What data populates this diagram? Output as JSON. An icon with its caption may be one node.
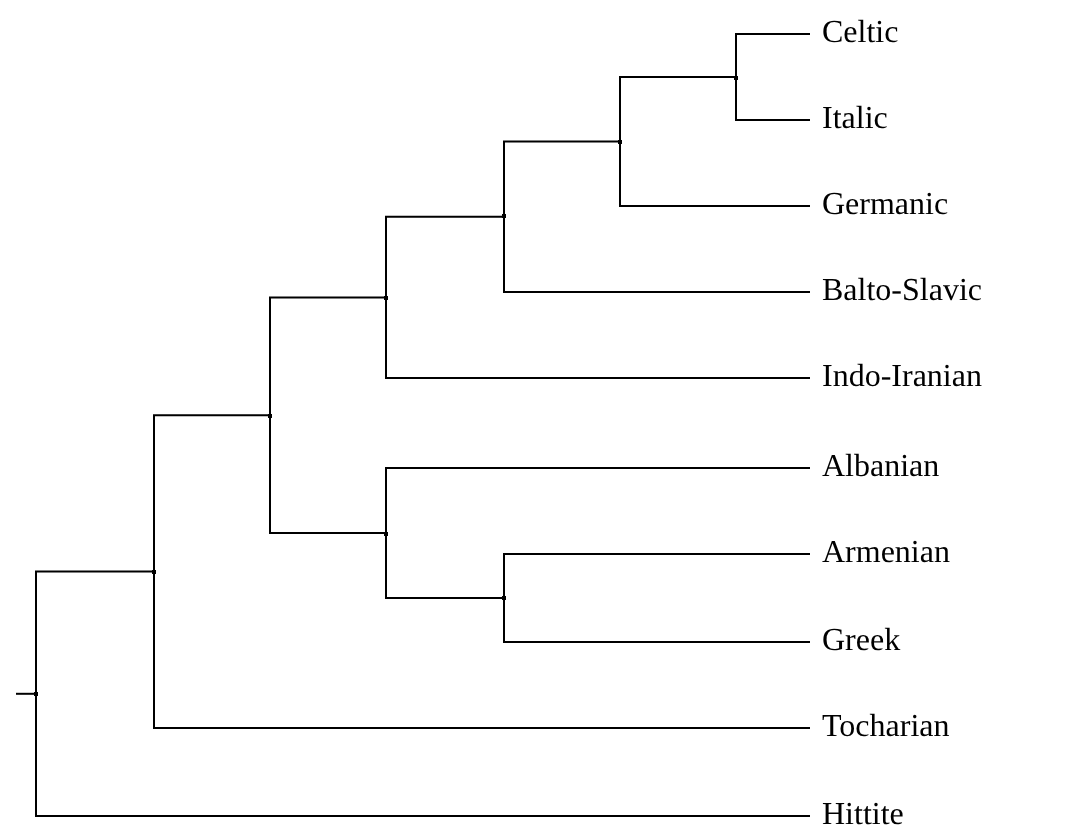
{
  "diagram": {
    "nodes": [
      {
        "text": [
          "Celtic"
        ]
      },
      {
        "text": [
          "Italic"
        ]
      },
      {
        "text": [
          "Germanic"
        ]
      },
      {
        "text": [
          "Balto-Slavic"
        ]
      },
      {
        "text": [
          "Indo-Iranian"
        ]
      },
      {
        "text": [
          "Albanian"
        ]
      },
      {
        "text": [
          "Armenian"
        ]
      },
      {
        "text": [
          "Greek"
        ]
      },
      {
        "text": [
          "Tocharian"
        ]
      },
      {
        "text": [
          "Hittite"
        ]
      },
      {
        "text": [],
        "shape": "point"
      },
      {
        "text": [],
        "shape": "point"
      },
      {
        "text": [],
        "shape": "point"
      },
      {
        "text": [],
        "shape": "point"
      },
      {
        "text": [],
        "shape": "point"
      },
      {
        "text": [],
        "shape": "point"
      },
      {
        "text": [],
        "shape": "point"
      },
      {
        "text": [],
        "shape": "point"
      },
      {
        "text": [],
        "shape": "point"
      }
    ],
    "edges": [
      {
        "from": null,
        "to": 10,
        "arrow": "none"
      },
      {
        "from": 10,
        "to": 11,
        "arrow": "none"
      },
      {
        "from": 10,
        "to": 9,
        "arrow": "none"
      },
      {
        "from": 11,
        "to": 12,
        "arrow": "none"
      },
      {
        "from": 11,
        "to": 8,
        "arrow": "none"
      },
      {
        "from": 12,
        "to": 13,
        "arrow": "none"
      },
      {
        "from": 12,
        "to": 14,
        "arrow": "none"
      },
      {
        "from": 13,
        "to": 15,
        "arrow": "none"
      },
      {
        "from": 13,
        "to": 4,
        "arrow": "none"
      },
      {
        "from": 15,
        "to": 16,
        "arrow": "none"
      },
      {
        "from": 15,
        "to": 3,
        "arrow": "none"
      },
      {
        "from": 16,
        "to": 17,
        "arrow": "none"
      },
      {
        "from": 16,
        "to": 2,
        "arrow": "none"
      },
      {
        "from": 17,
        "to": 0,
        "arrow": "none"
      },
      {
        "from": 17,
        "to": 1,
        "arrow": "none"
      },
      {
        "from": 14,
        "to": 5,
        "arrow": "none"
      },
      {
        "from": 14,
        "to": 18,
        "arrow": "none"
      },
      {
        "from": 18,
        "to": 6,
        "arrow": "none"
      },
      {
        "from": 18,
        "to": 7,
        "arrow": "none"
      }
    ]
  }
}
